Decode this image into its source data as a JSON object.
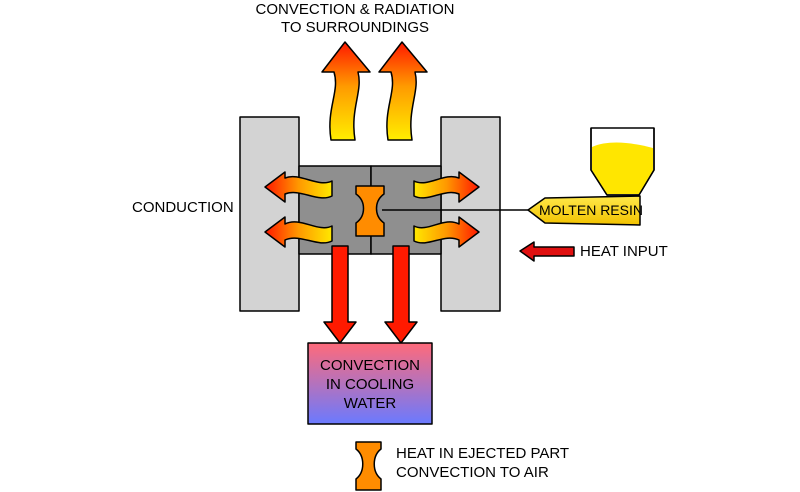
{
  "labels": {
    "convection_radiation_line1": "CONVECTION & RADIATION",
    "convection_radiation_line2": "TO SURROUNDINGS",
    "conduction": "CONDUCTION",
    "molten_resin": "MOLTEN RESIN",
    "heat_input": "HEAT INPUT",
    "cooling_water_line1": "CONVECTION",
    "cooling_water_line2": "IN COOLING",
    "cooling_water_line3": "WATER",
    "ejected_part_line1": "HEAT IN EJECTED PART",
    "ejected_part_line2": "CONVECTION TO AIR"
  },
  "colors": {
    "mold_plate": "#d3d3d3",
    "mold_core": "#8f8f8f",
    "heat_hot": "#ff1a00",
    "heat_warm": "#ffa500",
    "heat_yellow": "#ffe600",
    "part_orange": "#ff8c00",
    "resin_yellow": "#ffd700",
    "water_top": "#ff6f7f",
    "water_bottom": "#6f7fff",
    "heat_input_red": "#e01010"
  }
}
